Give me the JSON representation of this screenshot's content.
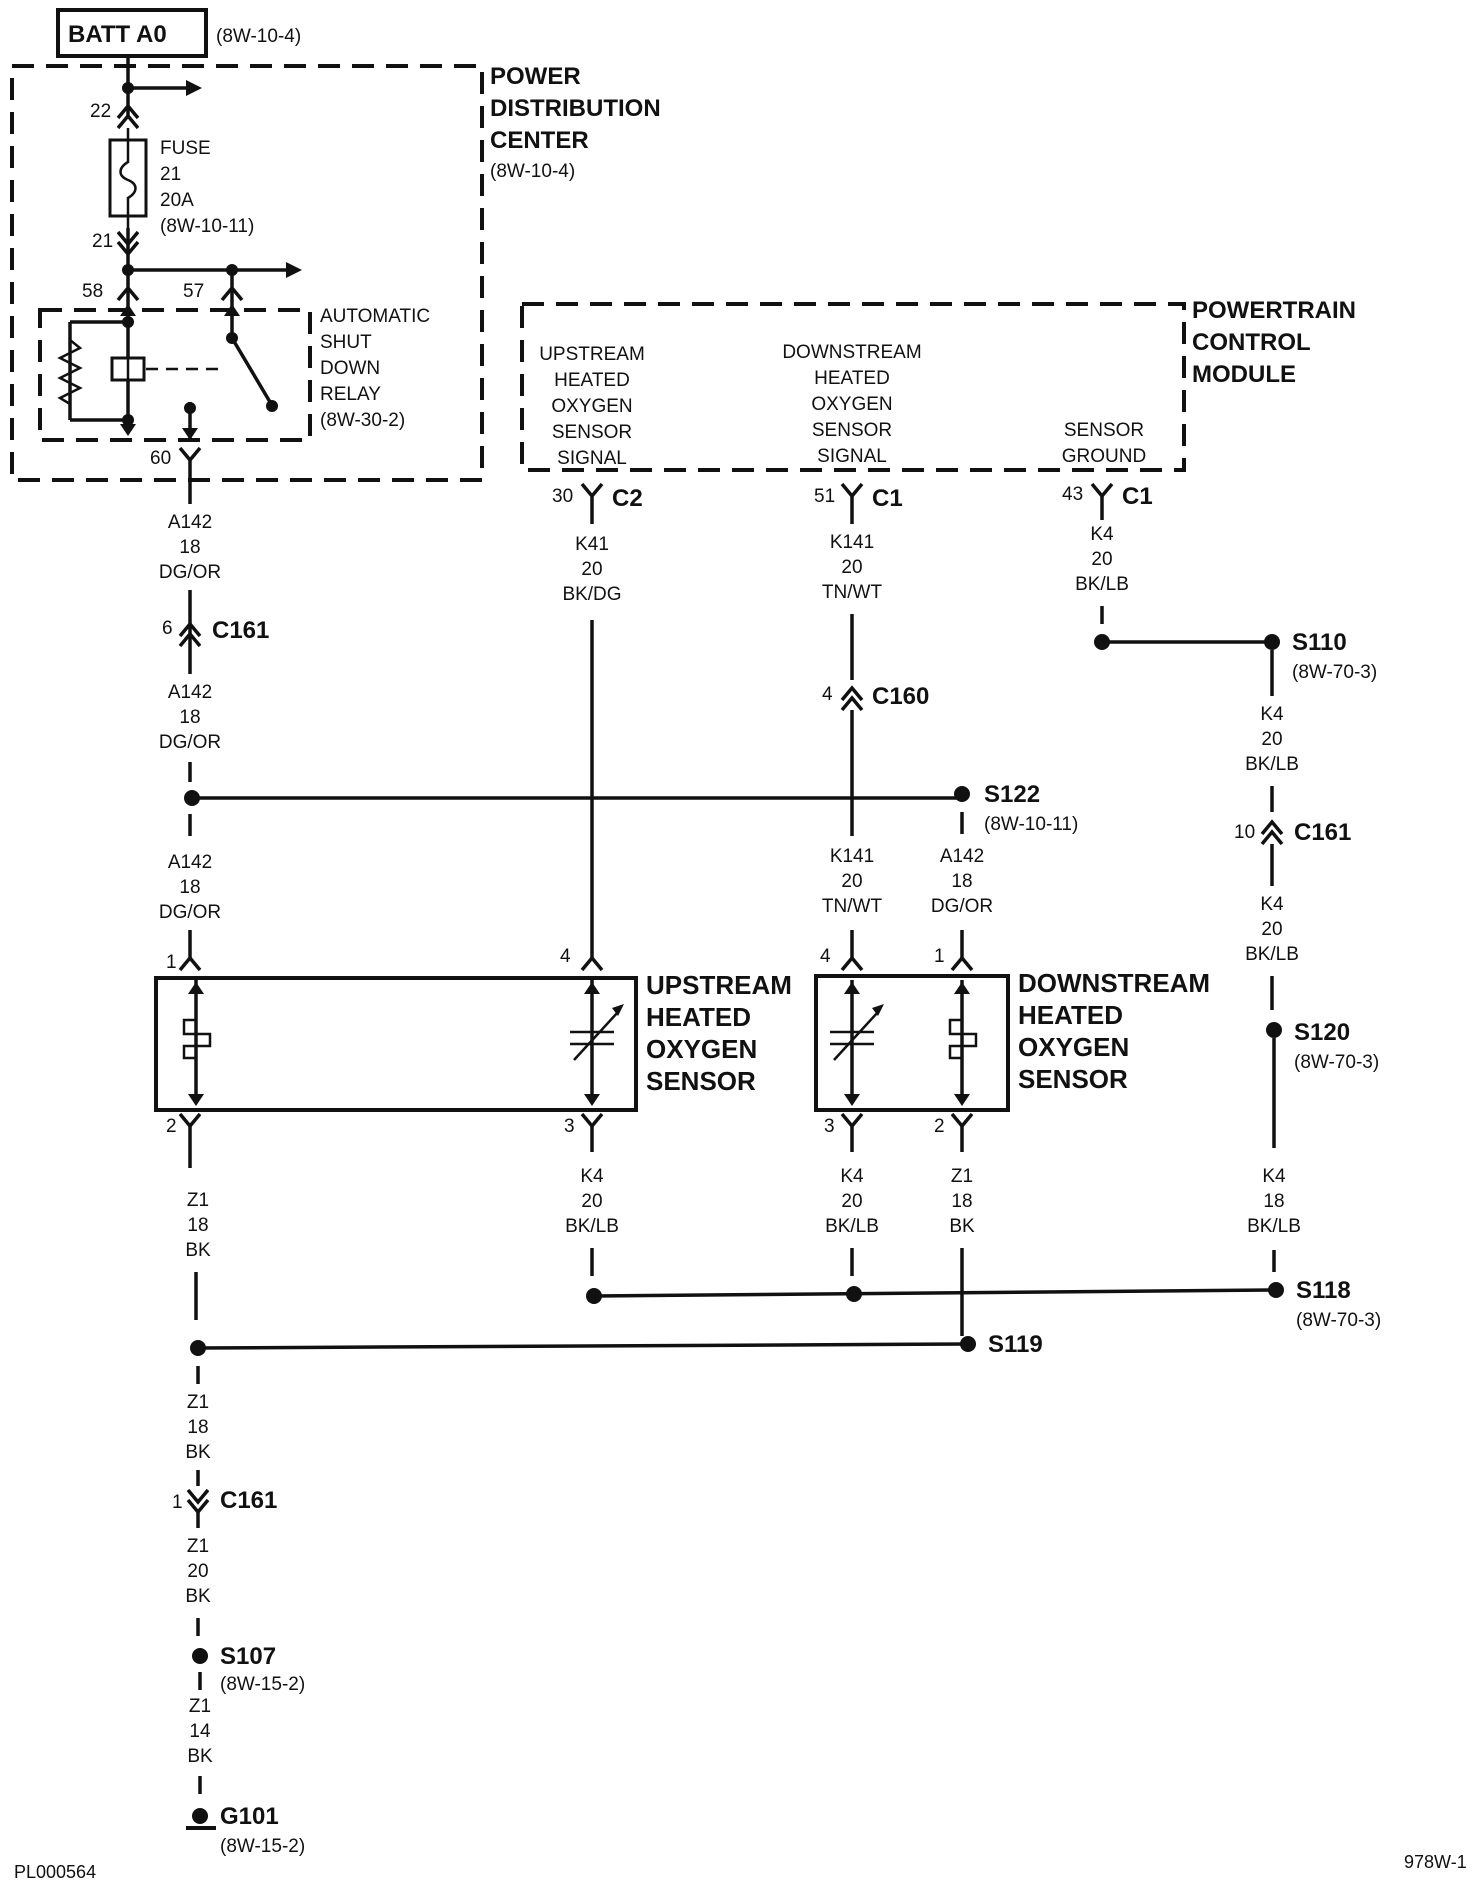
{
  "batt": {
    "label": "BATT A0",
    "ref": "(8W-10-4)"
  },
  "pdc": {
    "line1": "POWER",
    "line2": "DISTRIBUTION",
    "line3": "CENTER",
    "ref": "(8W-10-4)"
  },
  "fuse": {
    "pin_in": "22",
    "pin_out": "21",
    "label": "FUSE",
    "number": "21",
    "rating": "20A",
    "ref": "(8W-10-11)"
  },
  "asd_relay": {
    "pin_58": "58",
    "pin_57": "57",
    "pin_60": "60",
    "line1": "AUTOMATIC",
    "line2": "SHUT",
    "line3": "DOWN",
    "line4": "RELAY",
    "ref": "(8W-30-2)"
  },
  "pcm": {
    "line1": "POWERTRAIN",
    "line2": "CONTROL",
    "line3": "MODULE",
    "upstream": [
      "UPSTREAM",
      "HEATED",
      "OXYGEN",
      "SENSOR",
      "SIGNAL"
    ],
    "downstream": [
      "DOWNSTREAM",
      "HEATED",
      "OXYGEN",
      "SENSOR",
      "SIGNAL"
    ],
    "ground": [
      "SENSOR",
      "GROUND"
    ],
    "pin_up": "30",
    "conn_up": "C2",
    "pin_down": "51",
    "conn_down": "C1",
    "pin_gnd": "43",
    "conn_gnd": "C1"
  },
  "wires": {
    "a142_1": [
      "A142",
      "18",
      "DG/OR"
    ],
    "a142_2": [
      "A142",
      "18",
      "DG/OR"
    ],
    "a142_3": [
      "A142",
      "18",
      "DG/OR"
    ],
    "a142_4": [
      "A142",
      "18",
      "DG/OR"
    ],
    "k41": [
      "K41",
      "20",
      "BK/DG"
    ],
    "k141_1": [
      "K141",
      "20",
      "TN/WT"
    ],
    "k141_2": [
      "K141",
      "20",
      "TN/WT"
    ],
    "k4_pcm": [
      "K4",
      "20",
      "BK/LB"
    ],
    "k4_r1": [
      "K4",
      "20",
      "BK/LB"
    ],
    "k4_r2": [
      "K4",
      "20",
      "BK/LB"
    ],
    "k4_r3": [
      "K4",
      "18",
      "BK/LB"
    ],
    "k4_up": [
      "K4",
      "20",
      "BK/LB"
    ],
    "k4_down": [
      "K4",
      "20",
      "BK/LB"
    ],
    "z1_down": [
      "Z1",
      "18",
      "BK"
    ],
    "z1_1": [
      "Z1",
      "18",
      "BK"
    ],
    "z1_2": [
      "Z1",
      "18",
      "BK"
    ],
    "z1_3": [
      "Z1",
      "20",
      "BK"
    ],
    "z1_4": [
      "Z1",
      "14",
      "BK"
    ]
  },
  "connectors": {
    "c161_a": {
      "pin": "6",
      "name": "C161"
    },
    "c160": {
      "pin": "4",
      "name": "C160"
    },
    "c161_b": {
      "pin": "10",
      "name": "C161"
    },
    "c161_c": {
      "pin": "1",
      "name": "C161"
    }
  },
  "splices": {
    "s110": {
      "name": "S110",
      "ref": "(8W-70-3)"
    },
    "s122": {
      "name": "S122",
      "ref": "(8W-10-11)"
    },
    "s120": {
      "name": "S120",
      "ref": "(8W-70-3)"
    },
    "s118": {
      "name": "S118",
      "ref": "(8W-70-3)"
    },
    "s119": {
      "name": "S119"
    },
    "s107": {
      "name": "S107",
      "ref": "(8W-15-2)"
    },
    "g101": {
      "name": "G101",
      "ref": "(8W-15-2)"
    }
  },
  "up_sensor": {
    "line1": "UPSTREAM",
    "line2": "HEATED",
    "line3": "OXYGEN",
    "line4": "SENSOR",
    "pin1": "1",
    "pin2": "2",
    "pin3": "3",
    "pin4": "4"
  },
  "down_sensor": {
    "line1": "DOWNSTREAM",
    "line2": "HEATED",
    "line3": "OXYGEN",
    "line4": "SENSOR",
    "pin1": "1",
    "pin2": "2",
    "pin3": "3",
    "pin4": "4"
  },
  "footer": {
    "left": "PL000564",
    "right": "978W-1"
  }
}
